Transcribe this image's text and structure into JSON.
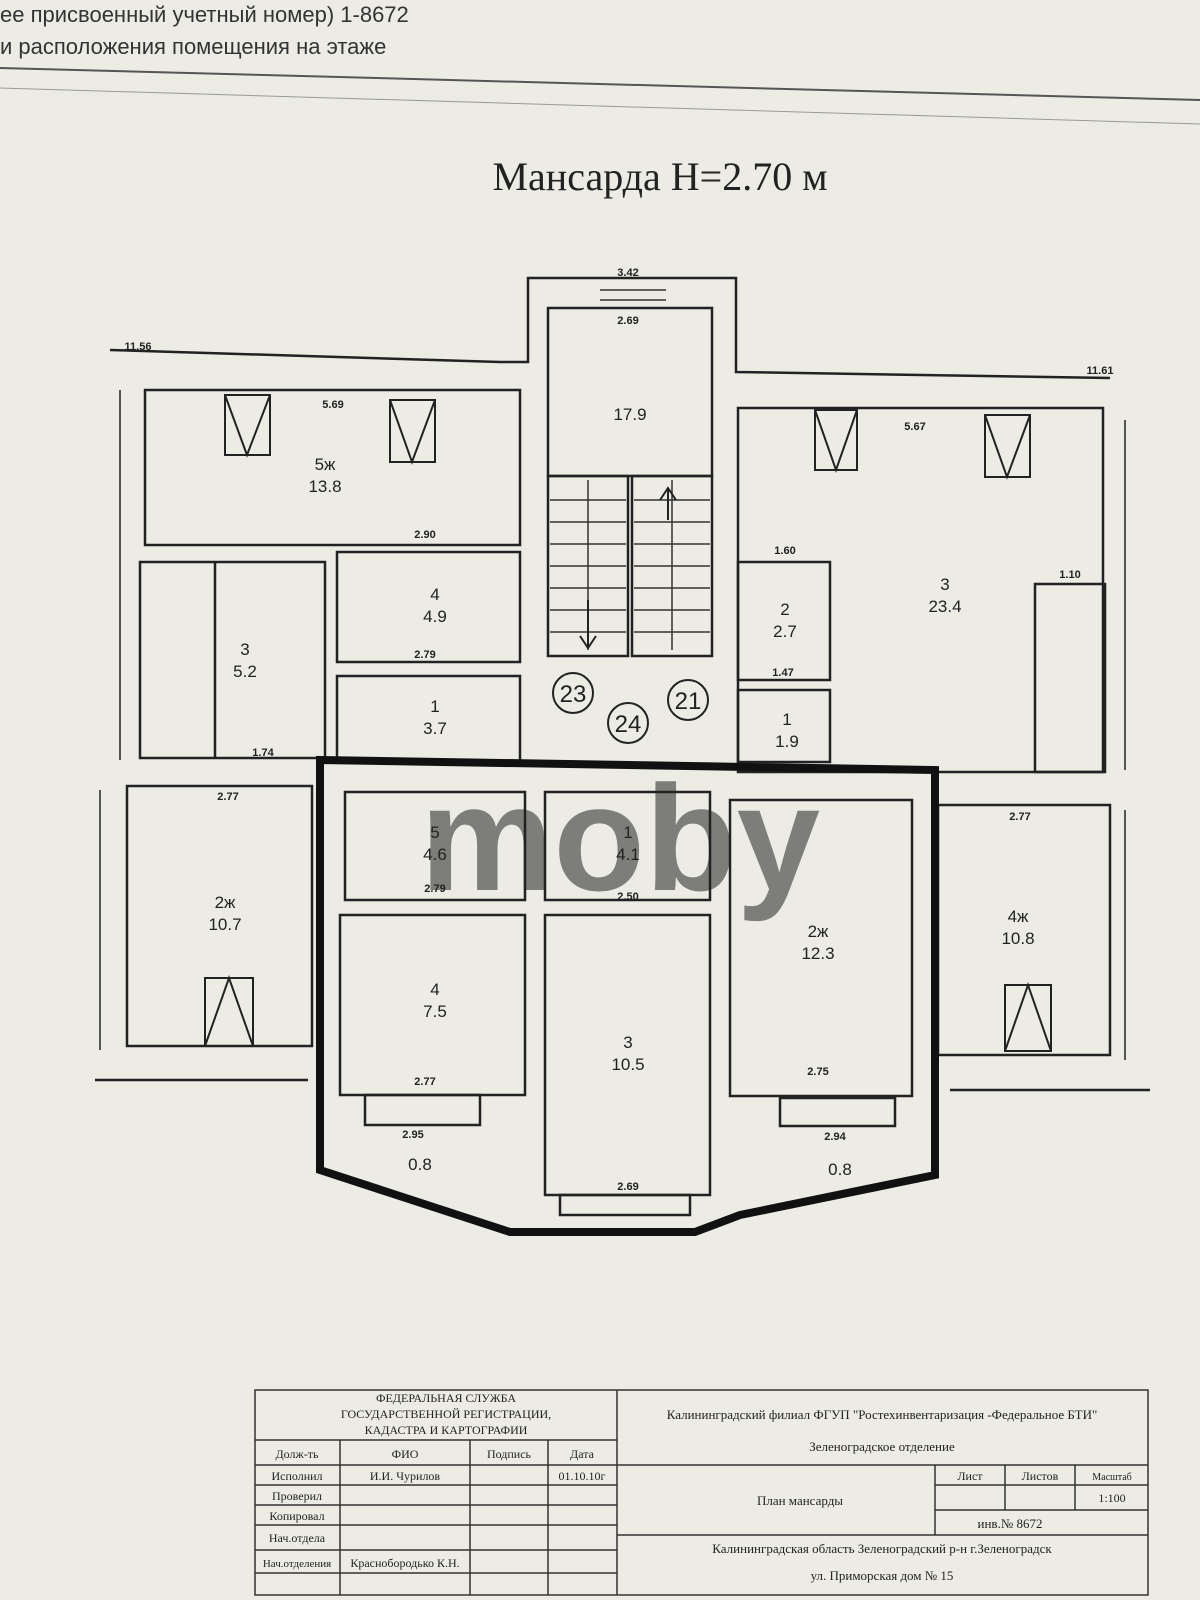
{
  "header": {
    "line1": "ее присвоенный учетный номер) 1-8672",
    "line2": "и расположения помещения на этаже"
  },
  "plan": {
    "title": "Мансарда H=2.70 м",
    "watermark": "moby",
    "stairs": [
      "23",
      "24",
      "21"
    ],
    "rooms": [
      {
        "label": "17.9",
        "area": ""
      },
      {
        "label": "5ж",
        "area": "13.8"
      },
      {
        "label": "4",
        "area": "4.9"
      },
      {
        "label": "3",
        "area": "5.2"
      },
      {
        "label": "1",
        "area": "3.7"
      },
      {
        "label": "3",
        "area": "23.4"
      },
      {
        "label": "2",
        "area": "2.7"
      },
      {
        "label": "1",
        "area": "1.9"
      },
      {
        "label": "2ж",
        "area": "10.7"
      },
      {
        "label": "5",
        "area": "4.6"
      },
      {
        "label": "1",
        "area": "4.1"
      },
      {
        "label": "2ж",
        "area": "12.3"
      },
      {
        "label": "4ж",
        "area": "10.8"
      },
      {
        "label": "4",
        "area": "7.5"
      },
      {
        "label": "3",
        "area": "10.5"
      },
      {
        "label": "",
        "area": "0.8"
      },
      {
        "label": "",
        "area": "0.8"
      }
    ],
    "dims": [
      "3.42",
      "2.69",
      "11.56",
      "11.61",
      "5.69",
      "5.67",
      "2.90",
      "1.60",
      "2.79",
      "1.47",
      "1.74",
      "2.77",
      "2.79",
      "2.50",
      "2.77",
      "2.77",
      "2.75",
      "2.95",
      "2.94",
      "2.69",
      "1.10"
    ]
  },
  "stamp": {
    "agency": [
      "ФЕДЕРАЛЬНАЯ СЛУЖБА",
      "ГОСУДАРСТВЕННОЙ РЕГИСТРАЦИИ,",
      "КАДАСТРА И КАРТОГРАФИИ"
    ],
    "cols": {
      "post": "Долж-ть",
      "name": "ФИО",
      "sign": "Подпись",
      "date": "Дата"
    },
    "rows": [
      {
        "post": "Исполнил",
        "name": "И.И. Чурилов",
        "date": "01.10.10г"
      },
      {
        "post": "Проверил",
        "name": "",
        "date": ""
      },
      {
        "post": "Копировал",
        "name": "",
        "date": ""
      },
      {
        "post": "Нач.отдела",
        "name": "",
        "date": ""
      },
      {
        "post": "Нач.отделения",
        "name": "Краснобородько К.Н.",
        "date": ""
      }
    ],
    "org": "Калининградский филиал ФГУП \"Ростехинвентаризация -Федеральное БТИ\"",
    "branch": "Зеленоградское отделение",
    "sheet_title": "План мансарды",
    "sheet_label": "Лист",
    "sheets_label": "Листов",
    "scale_label": "Масштаб",
    "scale": "1:100",
    "inv": "инв.№ 8672",
    "address1": "Калининградская область Зеленоградский р-н г.Зеленоградск",
    "address2": "ул. Приморская дом № 15"
  }
}
